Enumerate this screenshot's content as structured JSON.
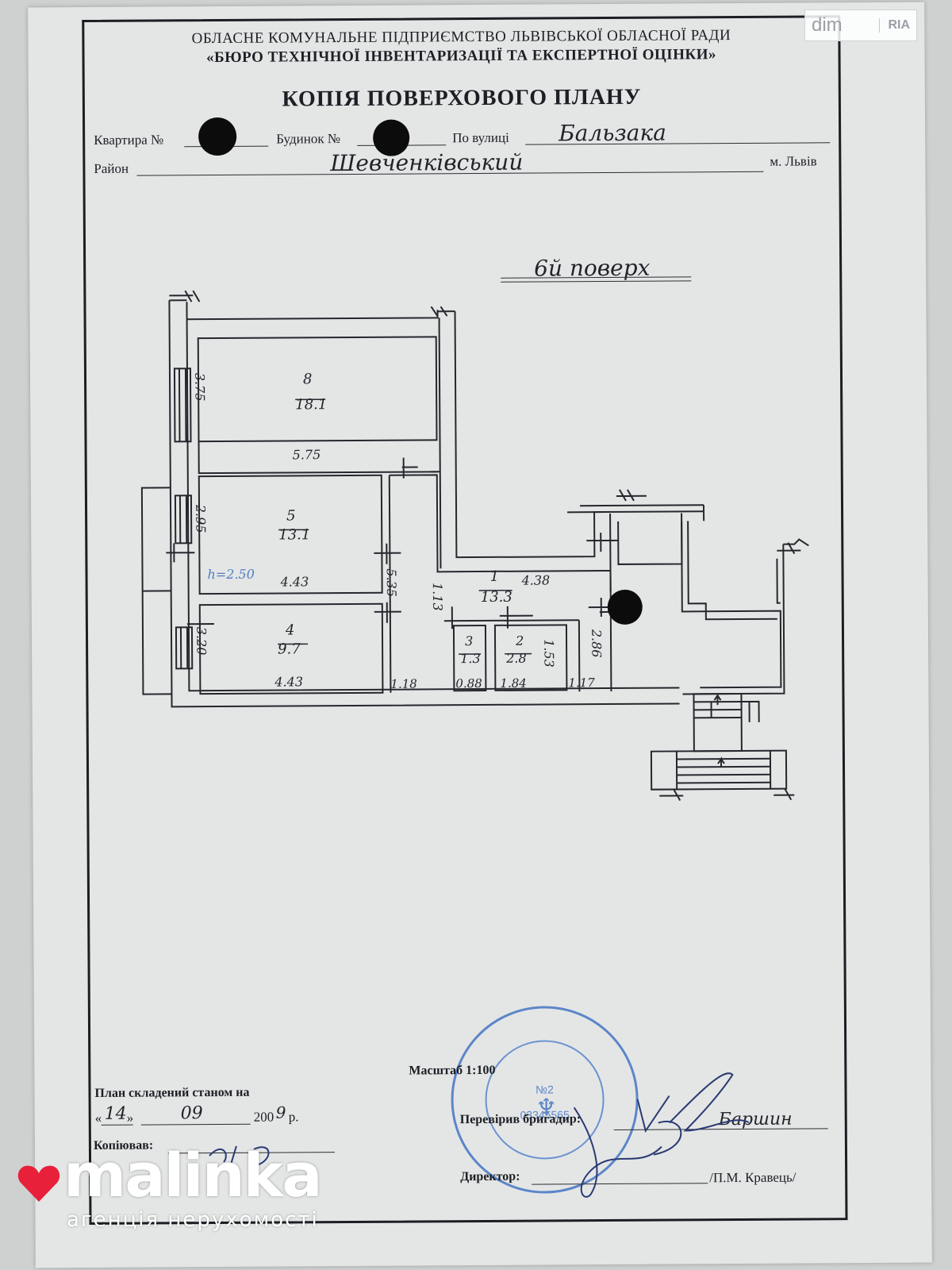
{
  "header": {
    "org_line": "ОБЛАСНЕ КОМУНАЛЬНЕ ПІДПРИЄМСТВО ЛЬВІВСЬКОЇ ОБЛАСНОЇ РАДИ",
    "bureau_line": "«БЮРО ТЕХНІЧНОЇ ІНВЕНТАРИЗАЦІЇ ТА ЕКСПЕРТНОЇ ОЦІНКИ»",
    "title": "КОПІЯ ПОВЕРХОВОГО ПЛАНУ"
  },
  "fields": {
    "apartment_label": "Квартира №",
    "building_label": "Будинок №",
    "street_label": "По вулиці",
    "street_value": "Бальзака",
    "district_label": "Район",
    "district_value": "Шевченківський",
    "city": "м. Львів"
  },
  "plan": {
    "floor_label": "6й поверх",
    "rooms": [
      {
        "number": "8",
        "area": "18.1"
      },
      {
        "number": "5",
        "area": "13.1"
      },
      {
        "number": "4",
        "area": "9.7"
      },
      {
        "number": "1",
        "area": "13.3"
      },
      {
        "number": "3",
        "area": "1.3"
      },
      {
        "number": "2",
        "area": "2.8"
      }
    ],
    "dimensions": {
      "room8_height": "3.75",
      "room8_width": "5.75",
      "room5_height": "2.95",
      "room5_width": "4.43",
      "ceiling_height": "h=2.50",
      "room4_height": "3.20",
      "room4_width": "4.43",
      "corridor_length": "5.35",
      "room1_a": "1.13",
      "room1_b": "4.38",
      "room1_c": "2.86",
      "room2_h": "1.53",
      "bottom_1": "1.18",
      "bottom_2": "0.88",
      "bottom_3": "1.84",
      "bottom_4": "1.17"
    }
  },
  "footer": {
    "plan_state_label": "План складений станом на",
    "day": "14",
    "month": "09",
    "year_prefix": "200",
    "year_suffix": "9",
    "year_unit": "р.",
    "copied_label": "Копіював:",
    "scale_label": "Масштаб 1:100",
    "checked_label": "Перевірив бригадир:",
    "checked_signature": "Баршин",
    "director_label": "Директор:",
    "director_name": "/П.М. Кравець/"
  },
  "stamp": {
    "number": "№2",
    "code": "03345565"
  },
  "watermarks": {
    "dim": "dim",
    "ria": "RIA",
    "brand": "malinka",
    "brand_sub": "агенція нерухомості"
  },
  "colors": {
    "stamp_blue": "#5c86c8",
    "ink_blue": "#4f7fc2",
    "paper": "#e4e6e6",
    "brand_red": "#e8203a"
  }
}
